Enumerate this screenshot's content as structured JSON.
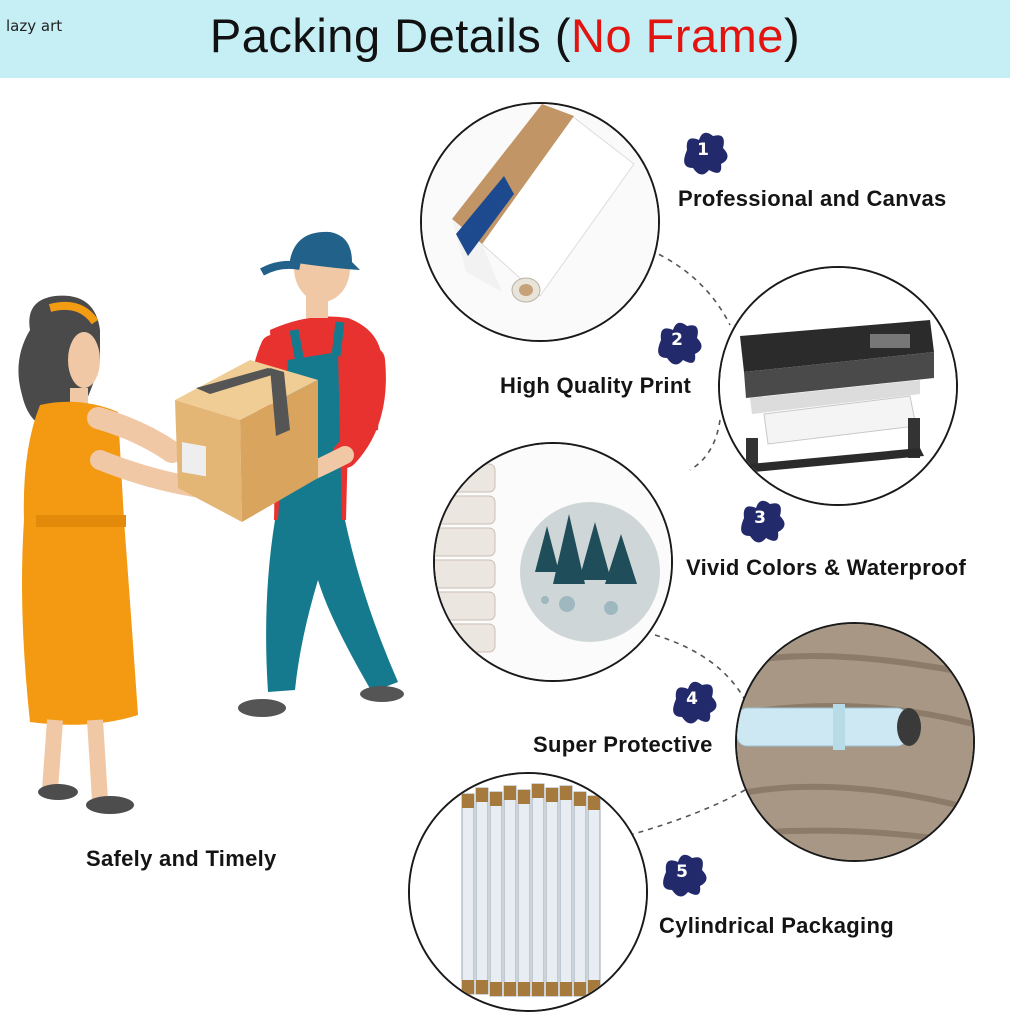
{
  "header": {
    "brand": "lazy art",
    "title_prefix": "Packing Details (",
    "title_accent": "No Frame",
    "title_suffix": ")",
    "background": "#c5eef5",
    "accent_color": "#e3140f"
  },
  "delivery": {
    "caption": "Safely and Timely"
  },
  "features": [
    {
      "number": "1",
      "label": "Professional and Canvas",
      "image": "canvas-roll-image"
    },
    {
      "number": "2",
      "label": "High Quality Print",
      "image": "printer-image"
    },
    {
      "number": "3",
      "label": "Vivid Colors & Waterproof",
      "image": "waterproof-canvas-image"
    },
    {
      "number": "4",
      "label": "Super Protective",
      "image": "protective-tube-image"
    },
    {
      "number": "5",
      "label": "Cylindrical Packaging",
      "image": "tube-bundle-image"
    }
  ],
  "colors": {
    "badge": "#222a6b"
  }
}
